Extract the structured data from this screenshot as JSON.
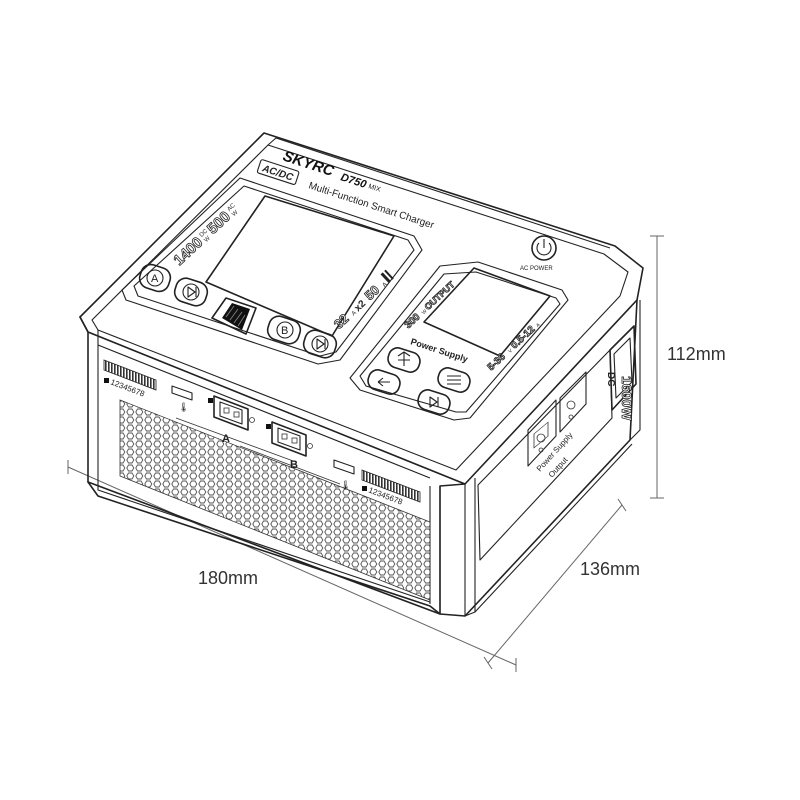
{
  "device": {
    "brand": "SKYRC",
    "model": "D750",
    "model_suffix": "MIX",
    "badge": "AC/DC",
    "subtitle": "Multi-Function Smart Charger",
    "power_left_1": "1400",
    "power_left_1_unit": "W",
    "power_left_1_tag": "DC",
    "power_left_2": "500",
    "power_left_2_unit": "W",
    "power_left_2_tag": "AC",
    "current_spec": "32",
    "current_unit": "A",
    "current_mult": "x2",
    "discharge_spec": "50",
    "discharge_unit": "A",
    "supply_output": "300",
    "supply_output_unit": "W",
    "supply_output_word": "OUTPUT",
    "power_supply_label": "Power Supply",
    "voltage_range": "5-36",
    "voltage_unit": "V",
    "current_range": "0.5-12",
    "current_range_unit": "A",
    "ac_power_label": "AC POWER",
    "side_label": "1600W",
    "side_tag": "DC",
    "button_a": "A",
    "button_b": "B",
    "port_a": "A",
    "port_b": "B",
    "balance_numbers": "12345678",
    "rear_label_line1": "Power Supply",
    "rear_label_line2": "Output"
  },
  "dimensions": {
    "height": "112mm",
    "width": "180mm",
    "depth": "136mm"
  }
}
